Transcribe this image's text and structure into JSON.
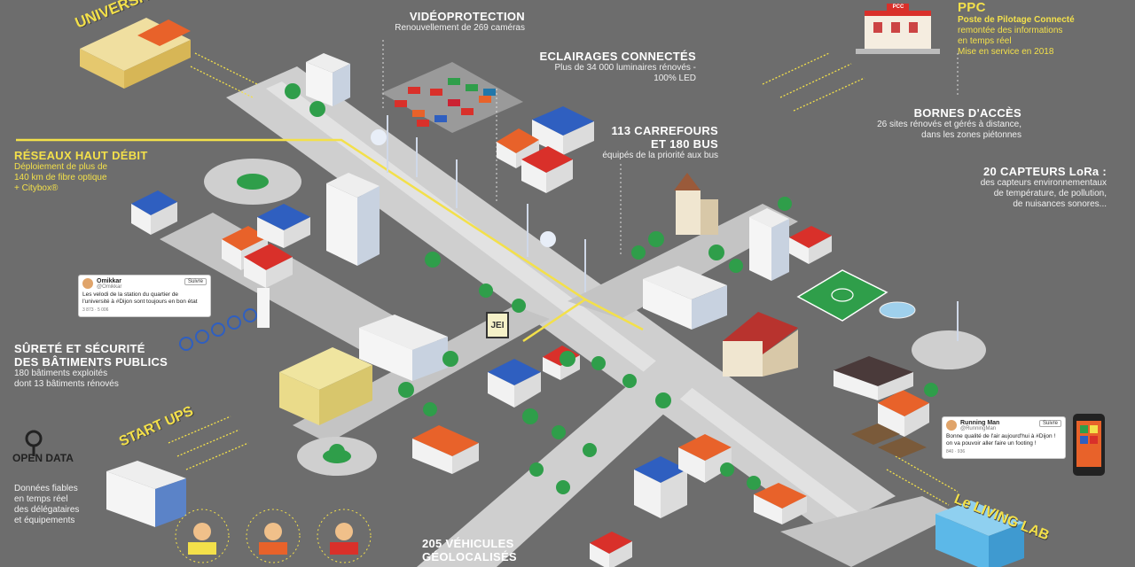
{
  "labels": {
    "videoprotection": {
      "title": "VIDÉOPROTECTION",
      "sub": "Renouvellement de 269 caméras"
    },
    "eclairages": {
      "title": "ECLAIRAGES CONNECTÉS",
      "sub1": "Plus de 34 000 luminaires rénovés -",
      "sub2": "100% LED"
    },
    "carrefours": {
      "title1": "113 CARREFOURS",
      "title2": "ET 180 BUS",
      "sub": "équipés de la priorité aux bus"
    },
    "ppc": {
      "title": "PPC",
      "l1": "Poste de Pilotage Connecté",
      "l2": "remontée des informations",
      "l3": "en temps réel",
      "l4": "Mise en service en 2018",
      "sign": "PCC"
    },
    "bornes": {
      "title": "BORNES D'ACCÈS",
      "sub1": "26 sites rénovés et gérés à distance,",
      "sub2": "dans les zones piétonnes"
    },
    "capteurs": {
      "title": "20 CAPTEURS LoRa :",
      "sub1": "des capteurs environnementaux",
      "sub2": "de température, de pollution,",
      "sub3": "de nuisances sonores..."
    },
    "reseaux": {
      "title": "RÉSEAUX HAUT DÉBIT",
      "sub1": "Déploiement de plus de",
      "sub2": "140 km de fibre optique",
      "sub3": "+ Citybox®"
    },
    "surete": {
      "title1": "SÛRETÉ ET SÉCURITÉ",
      "title2": "DES BÂTIMENTS PUBLICS",
      "sub1": "180 bâtiments exploités",
      "sub2": "dont 13 bâtiments rénovés"
    },
    "opendata": {
      "logo": "OPEN DATA",
      "sub1": "Données fiables",
      "sub2": "en temps réel",
      "sub3": "des délégataires",
      "sub4": "et équipements"
    },
    "vehicules": {
      "title1": "205 VÉHICULES",
      "title2": "GÉOLOCALISÉS"
    },
    "universites": "UNIVERSITÉS ÉCOLES",
    "startups": "START UPS",
    "livinglab": "Le LIVING LAB",
    "jei": "JEI"
  },
  "tweets": {
    "left": {
      "name": "Omikkar",
      "handle": "@Omikkar",
      "follow": "Suivre",
      "text": "Les velodi de la station du quartier de l'université à #Dijon sont toujours en bon état",
      "stats": "3 873 · 5 006"
    },
    "right": {
      "name": "Running Man",
      "handle": "@RunningMan",
      "follow": "Suivre",
      "text": "Bonne qualité de l'air aujourd'hui à #Dijon ! on va pouvoir aller faire un footing !",
      "stats": "840 · 936"
    }
  },
  "colors": {
    "background": "#6d6d6d",
    "road": "#c9c9c9",
    "fiber": "#f3e04a",
    "grass": "#2f9e4a",
    "roof_red": "#d9302a",
    "roof_blue": "#2f5fc0",
    "roof_orange": "#e8622a"
  }
}
